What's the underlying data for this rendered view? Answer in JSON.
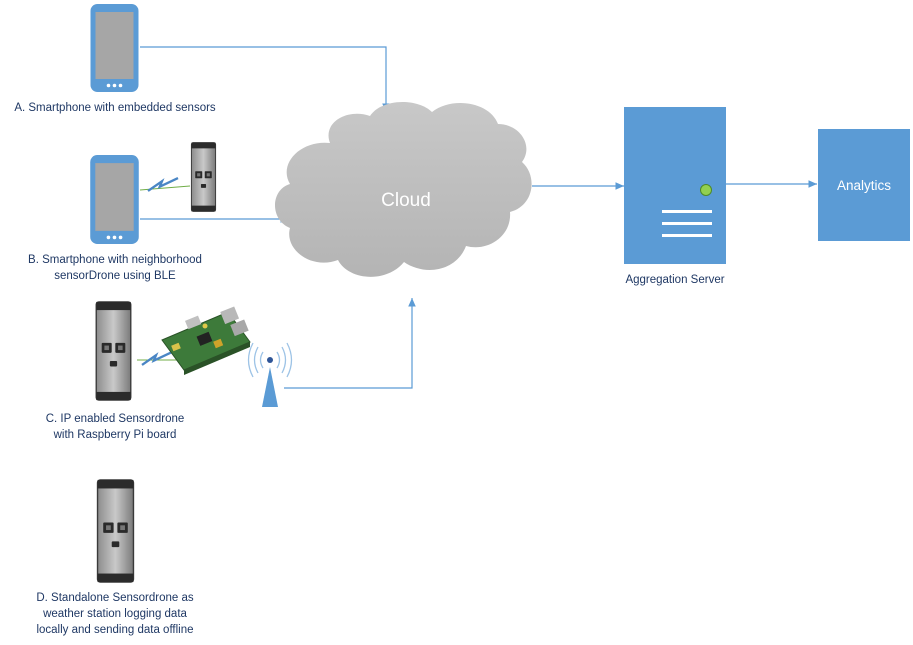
{
  "nodes": {
    "cloud": "Cloud",
    "aggregation_server": "Aggregation Server",
    "analytics": "Analytics"
  },
  "scenarios": [
    {
      "label": "A. Smartphone with embedded sensors"
    },
    {
      "label": "B. Smartphone with neighborhood\nsensorDrone using BLE"
    },
    {
      "label": "C. IP enabled Sensordrone\nwith Raspberry Pi board"
    },
    {
      "label": "D. Standalone Sensordrone as\nweather station logging data\nlocally and sending data offline"
    }
  ],
  "colors": {
    "accent_blue": "#5b9bd5",
    "cloud_fill": "#bfbfbf",
    "server_led": "#92d050",
    "pcb_green": "#3d7a3a",
    "link_green": "#70ad47"
  },
  "icons": [
    "smartphone-icon",
    "sensordrone-icon",
    "raspberry-pi-icon",
    "antenna-icon",
    "wireless-link-icon",
    "cloud-shape",
    "server-icon"
  ]
}
